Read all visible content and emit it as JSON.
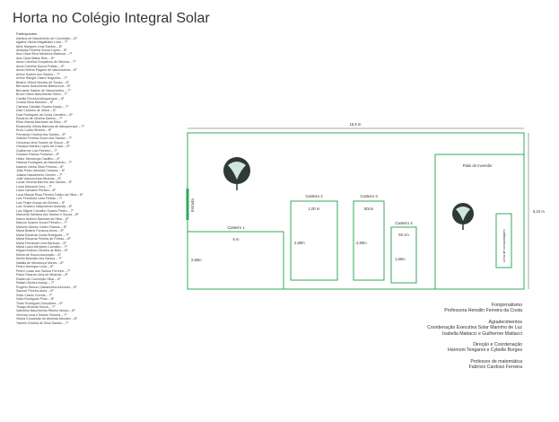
{
  "title": "Horta no Colégio Integral Solar",
  "participants": {
    "heading": "Participantes",
    "items": [
      "Adriana de Nascimento de Conceição – 8º",
      "Agatha Vitória Magalhães Lima – 7º",
      "Alice Marques Lima Santos – 8º",
      "Amanda Ferreira Souza Lopes – 6º",
      "Ana Clara Silva Medeiros Barbosa – 7º",
      "Ana Clara Matos Reis – 8º",
      "Anna Carolina Gonçalves de Oliveira – 7º",
      "Anna Carolina Souza Freitas – 6º",
      "Anna Helena Pagano de Vasconcelos – 8º",
      "Arthur Soares dos Santos – 7º",
      "Arthur Rangel Castro Nogueira – 7º",
      "Beatriz Vitória Moraes de Souza – 6º",
      "Bernardo Nascimento Bittencourt – 8º",
      "Bernardo Santos de Vasconcelos – 7º",
      "Bruno Vieira Nascimento Serra – 7º",
      "Camila Ferreira Albuquerque – 6º",
      "Cecília Silva Marinho – 8º",
      "Clarissa Cândido Soares Araújo – 7º",
      "Davi Cardoso de Jesus – 6º",
      "Davi Rodrigues da Costa Carvalho – 8º",
      "Eduardo de Oliveira Santos – 7º",
      "Elisa Vianna Machado da Silva – 6º",
      "Emanuelly Vitória Barbosa de Albuquerque – 7º",
      "Enzo Costa Oliveira – 8º",
      "Fernanda Cristina dos Santos – 6º",
      "Gabriel Ferreira Souto dos Santos – 7º",
      "Geovana Lima Soares de Souza – 8º",
      "Giovana Martins Lopes da Costa – 6º",
      "Guilherme Luiz Pinheiro – 7º",
      "Gustavo Ramos Fonseca – 8º",
      "Heitor Mendonça Castilho – 6º",
      "Heloísa Rodrigues do Nascimento – 7º",
      "Isabela Vitória Silva Ferreira – 8º",
      "João Pedro Almeida Cardoso – 6º",
      "Juliana Nascimento Gomes – 7º",
      "Julia Vasconcelos Miranda – 8º",
      "Lucas Teixeira Barreto dos Santos – 6º",
      "Luísa Manuela Cruz – 7º",
      "Luiza Carvalho Pereira – 8º",
      "Luna Marçal Rosa Pereira Castro da Silva – 6º",
      "Luiz Fernando Lima Freitas – 7º",
      "Luiz Felipe Araújo de Oliveira – 8º",
      "Luiz Gustavo Nascimento Almeida – 6º",
      "Luiz Miguel Carvalho Soares Pedro – 7º",
      "Manuella Santana dos Santos e Souza – 8º",
      "Marco Antônio Barbosa da Silva – 6º",
      "Marcos Soares Souza Pinheiro – 7º",
      "Marcelo Afonso Castro Ramos – 8º",
      "Maria Beatriz Fonseca Alves – 6º",
      "Maria Eduarda Costa Rodrigues – 7º",
      "Maria Eduarda Pereira de Freitas – 8º",
      "Maria Fernanda Lima Barbosa – 6º",
      "Maria Luiza Menezes Carvalho – 7º",
      "Miguel Antônio Oliveira de Brito – 8º",
      "Mirela de Souza Assunção – 6º",
      "Murilo Brandão dos Santos – 7º",
      "Natália de Mendonça Nunes – 8º",
      "Pedro Henrique Lima – 6º",
      "Pedro Lucas dos Santos Ferreira – 7º",
      "Paulo Ricardo Lima de Miranda – 8º",
      "Rafael da Conceição Silva – 6º",
      "Rafael Oliveira Araújo – 7º",
      "Rogério Ramos Castanheira Azevedo – 8º",
      "Samuel Pereira Alves – 6º",
      "Sofia Castro Correia – 7º",
      "Sofia Rodrigues Pinto – 8º",
      "Thaís Rodrigues Gonçalves – 6º",
      "Thiago Almeida Souza – 7º",
      "Valentina Nascimento Ribeiro Moura – 8º",
      "Vinícius Lima e Barros Teixeira – 7º",
      "Vitória Conceição de Almeida Mendes – 6º",
      "Yasmin Cristina de Silva Santos – 7º"
    ]
  },
  "diagram": {
    "accent_color": "#33a85c",
    "overall_width_label": "15,9 m",
    "overall_height_label": "6,10 m",
    "door_label": "Entrada",
    "beds": [
      {
        "name": "Canteiro 1",
        "width_label": "5 m",
        "height_label": "2,80m"
      },
      {
        "name": "Canteiro 2",
        "width_label": "1,00 m",
        "height_label": "2,80m"
      },
      {
        "name": "Canteiro 3",
        "width_label": "50cm",
        "height_label": "2,80m"
      },
      {
        "name": "Canteiro 4",
        "width_label": "60 cm",
        "height_label": "1,50m"
      }
    ],
    "compost": {
      "name": "Pátio de Inversão",
      "box_label": "Leira de compostagem"
    },
    "trees": [
      {
        "icon": "tree-top-view-icon"
      },
      {
        "icon": "tree-top-view-icon"
      }
    ]
  },
  "credits": [
    {
      "role": "Fotojornalismo",
      "names": [
        "Professora Hensilin Ferreira da Costa"
      ]
    },
    {
      "role": "Agradecimentos",
      "names": [
        "Coordenação Executiva Solar Marinho de Luz",
        "Isabella Mattacci e Guilherme Mattacci"
      ]
    },
    {
      "role": "Direção e Coordenação",
      "names": [
        "Harmoni Tenganni e Cybelle Borges"
      ]
    },
    {
      "role": "Professor de matemática",
      "names": [
        "Fabrício Cardoso Ferreira"
      ]
    }
  ]
}
